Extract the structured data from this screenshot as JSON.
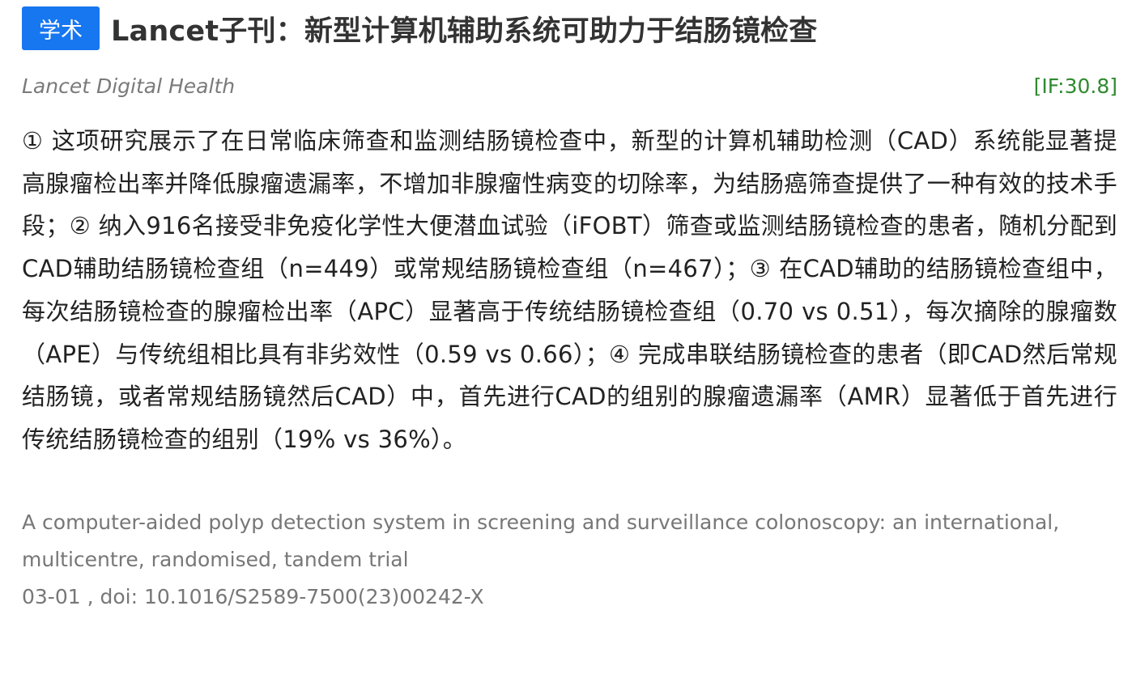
{
  "article": {
    "badge": "学术",
    "title": "Lancet子刊：新型计算机辅助系统可助力于结肠镜检查",
    "journal": "Lancet Digital Health",
    "impact_factor": "[IF:30.8]",
    "summary": "① 这项研究展示了在日常临床筛查和监测结肠镜检查中，新型的计算机辅助检测（CAD）系统能显著提高腺瘤检出率并降低腺瘤遗漏率，不增加非腺瘤性病变的切除率，为结肠癌筛查提供了一种有效的技术手段；② 纳入916名接受非免疫化学性大便潜血试验（iFOBT）筛查或监测结肠镜检查的患者，随机分配到CAD辅助结肠镜检查组（n=449）或常规结肠镜检查组（n=467）；③ 在CAD辅助的结肠镜检查组中，每次结肠镜检查的腺瘤检出率（APC）显著高于传统结肠镜检查组（0.70 vs 0.51），每次摘除的腺瘤数（APE）与传统组相比具有非劣效性（0.59 vs 0.66）；④ 完成串联结肠镜检查的患者（即CAD然后常规结肠镜，或者常规结肠镜然后CAD）中，首先进行CAD的组别的腺瘤遗漏率（AMR）显著低于首先进行传统结肠镜检查的组别（19% vs 36%）。",
    "paper_title": "A computer-aided polyp detection system in screening and surveillance colonoscopy: an international, multicentre, randomised, tandem trial",
    "meta": "03-01 , doi: 10.1016/S2589-7500(23)00242-X"
  },
  "colors": {
    "badge_bg": "#1677f0",
    "impact_factor": "#2f8a2f"
  }
}
